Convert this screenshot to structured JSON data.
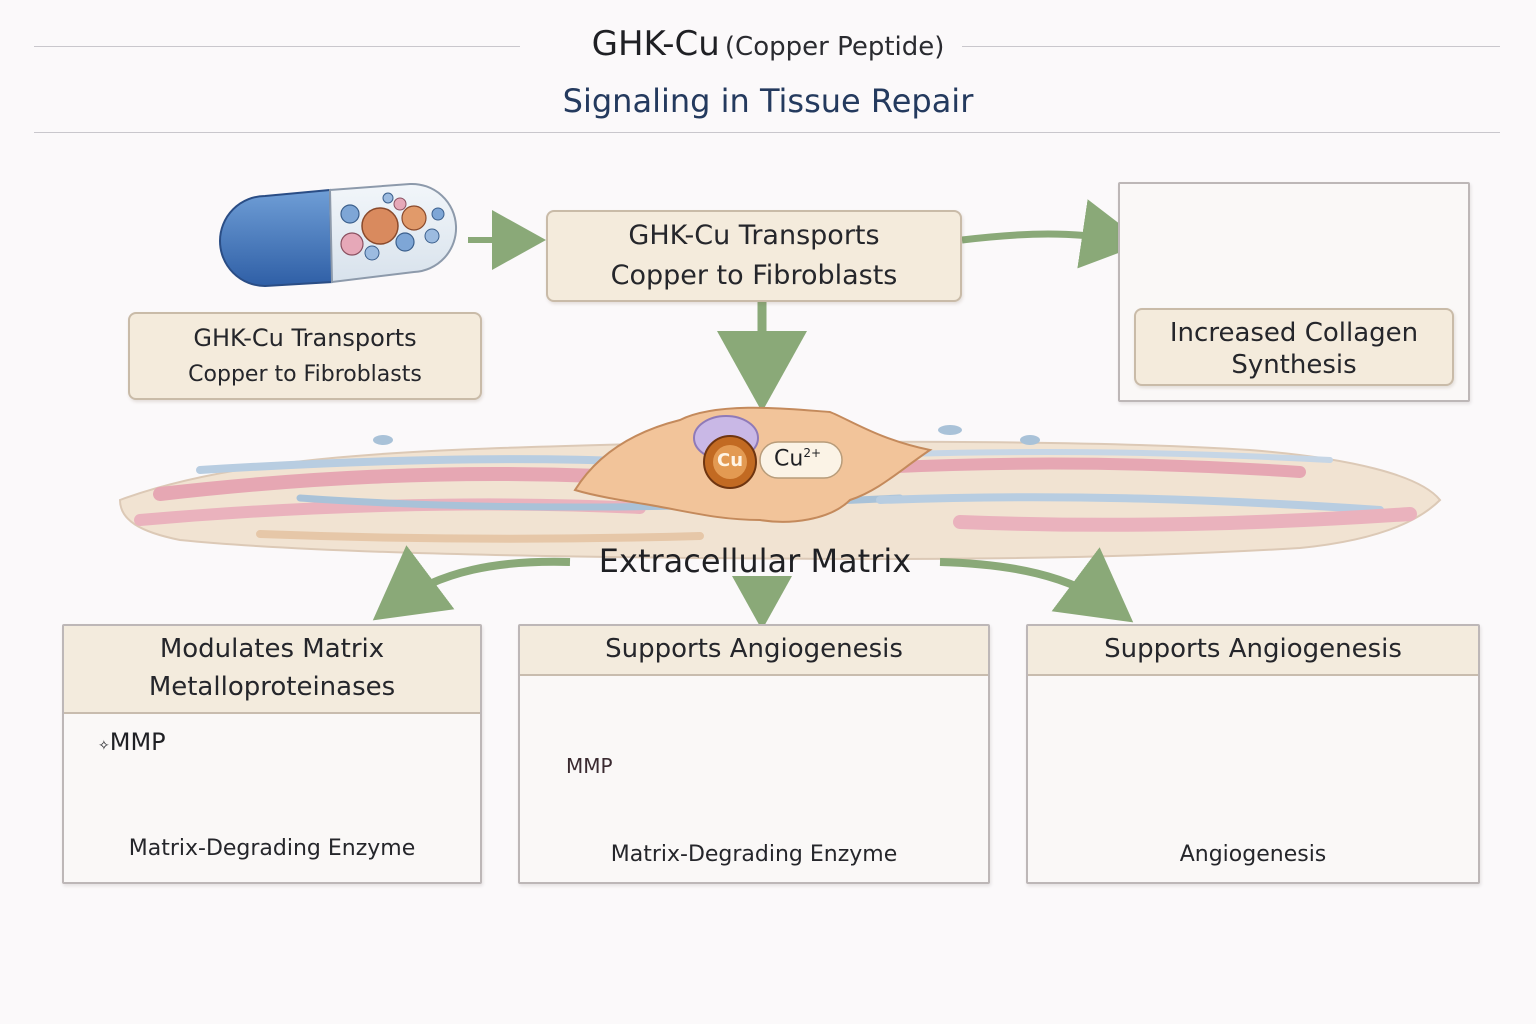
{
  "header": {
    "title": "GHK-Cu",
    "title_paren": "(Copper Peptide)",
    "subtitle": "Signaling in Tissue Repair"
  },
  "capsule_caption": {
    "line1": "GHK-Cu Transports",
    "line2": "Copper to Fibroblasts"
  },
  "center_box": {
    "line1": "GHK-Cu Transports",
    "line2": "Copper to Fibroblasts"
  },
  "collagen_panel": {
    "line1": "Increased Collagen",
    "line2": "Synthesis"
  },
  "fibroblast": {
    "ion_label": "Cu",
    "ion_charge": "2+",
    "core_label": "Cu"
  },
  "matrix_label": "Extracellular Matrix",
  "panels": [
    {
      "title_line1": "Modulates Matrix",
      "title_line2": "Metalloproteinases",
      "tag": "MMP",
      "caption": "Matrix-Degrading Enzyme"
    },
    {
      "title_line1": "Supports Angiogenesis",
      "tag": "MMP",
      "caption": "Matrix-Degrading Enzyme"
    },
    {
      "title_line1": "Supports Angiogenesis",
      "caption": "Angiogenesis"
    }
  ],
  "colors": {
    "arrow": "#8aa978",
    "box_fill": "#f4ebdc",
    "subtitle": "#243a5e",
    "collagen": "#e8a9b4",
    "vessel_blue": "#a9c2d8"
  }
}
